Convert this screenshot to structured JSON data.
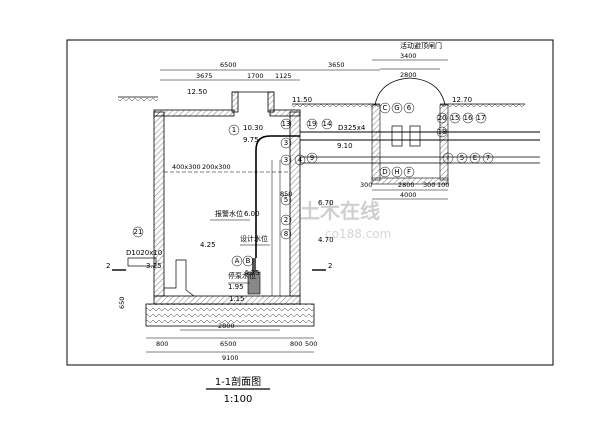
{
  "title": "1-1剖面图",
  "scale": "1:100",
  "dimensions_top": {
    "overall": "6500",
    "left": "3675",
    "middle": "1700",
    "right": "1125",
    "pipe_run": "3650",
    "chamber_outer": "3400",
    "chamber_inner": "2800"
  },
  "dimensions_bottom": {
    "d1": "800",
    "d2": "6500",
    "d3": "800",
    "d4": "500",
    "total": "9100",
    "base_inner": "2800",
    "sub_2800": "2800",
    "sub_300_l": "300",
    "sub_300_r": "300",
    "sub_100": "100",
    "sub_4000": "4000"
  },
  "levels": {
    "ground_left": "12.50",
    "ground_right": "11.50",
    "top_right": "12.70",
    "l1": "10.30",
    "l2": "9.75",
    "l3": "9.10",
    "alarm_label": "报警水位",
    "alarm": "6.00",
    "design_label": "设计水位",
    "design": "4.25",
    "l425": "4.25",
    "low_label": "停泵水位",
    "low": "1.95",
    "inlet": "3.25",
    "bottom": "1.15",
    "right1": "6.70",
    "right2": "4.70"
  },
  "labels": {
    "pipe_size": "D325x4",
    "inlet_pipe": "D1020x10",
    "chamber_label": "活动避顶闸门",
    "opening1": "400x300",
    "opening2": "200x300",
    "section_mark": "2",
    "dim_left_650": "650",
    "dim_850": "850"
  },
  "bubbles": {
    "b1": "1",
    "b2": "2",
    "b3": "3",
    "b4": "4",
    "b5": "5",
    "b6": "6",
    "b7": "7",
    "b8": "8",
    "b9": "9",
    "b13": "13",
    "b14": "14",
    "b15": "15",
    "b16": "16",
    "b17": "17",
    "b18": "18",
    "b19": "19",
    "b20": "20",
    "b21": "21",
    "bA": "A",
    "bB": "B",
    "bC": "C",
    "bD": "D",
    "bE": "E",
    "bF": "F",
    "bG": "G",
    "bH": "H",
    "bI": "I"
  },
  "watermark": {
    "text": "土木在线",
    "url": "co188.com"
  }
}
